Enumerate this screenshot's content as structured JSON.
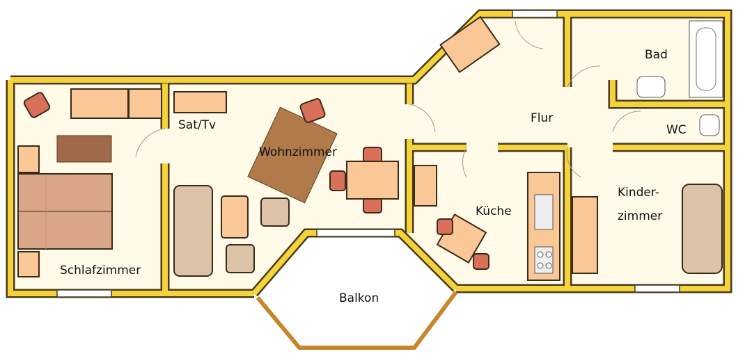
{
  "title": "Grundriss Wohnung",
  "rooms": {
    "schlafzimmer": "Schlafzimmer",
    "sat_tv": "Sat/Tv",
    "wohnzimmer": "Wohnzimmer",
    "flur": "Flur",
    "bad": "Bad",
    "wc": "WC",
    "kueche": "Küche",
    "kinderzimmer_line1": "Kinder-",
    "kinderzimmer_line2": "zimmer",
    "balkon": "Balkon"
  },
  "colors": {
    "wall": "#f5d33a",
    "furniture": "#f9c896",
    "floor": "#fffbe8"
  }
}
